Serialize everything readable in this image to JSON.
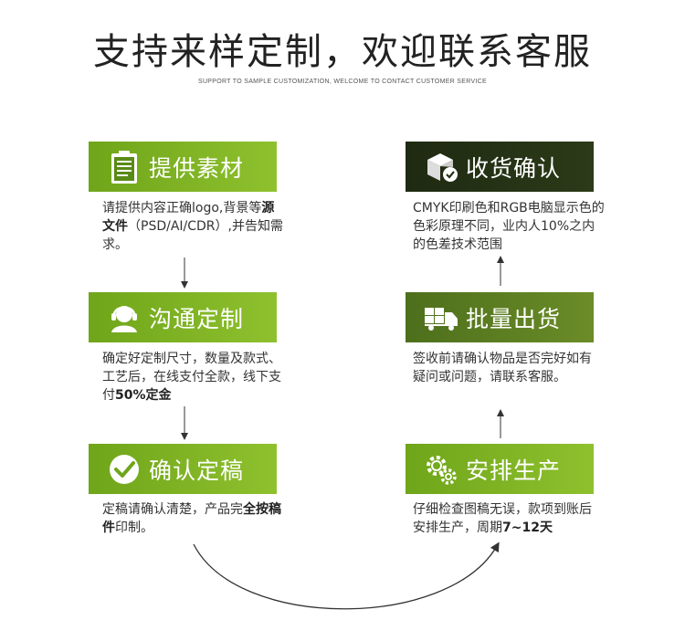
{
  "header": {
    "title": "支持来样定制，欢迎联系客服",
    "subtitle": "SUPPORT TO SAMPLE CUSTOMIZATION, WELCOME TO CONTACT CUSTOMER SERVICE"
  },
  "steps": {
    "s1": {
      "label": "提供素材",
      "icon": "clipboard-icon",
      "desc_a": "请提供内容正确logo,背景等",
      "desc_bold": "源文件",
      "desc_b": "（PSD/AI/CDR）,并告知需求。"
    },
    "s2": {
      "label": "沟通定制",
      "icon": "headset-icon",
      "desc_a": "确定好定制尺寸，数量及款式、工艺后，在线支付全款，线下支付",
      "desc_bold": "50%定金",
      "desc_b": ""
    },
    "s3": {
      "label": "确认定稿",
      "icon": "check-circle-icon",
      "desc_a": "定稿请确认清楚，产品完",
      "desc_bold": "全按稿件",
      "desc_b": "印制。"
    },
    "s4": {
      "label": "安排生产",
      "icon": "gears-icon",
      "desc_a": "仔细检查图稿无误，款项到账后安排生产，周期",
      "desc_bold": "7~12天",
      "desc_b": ""
    },
    "s5": {
      "label": "批量出货",
      "icon": "truck-icon",
      "desc_a": "签收前请确认物品是否完好如有疑问或问题，请联系客服。",
      "desc_bold": "",
      "desc_b": ""
    },
    "s6": {
      "label": "收货确认",
      "icon": "box-check-icon",
      "desc_a": "CMYK印刷色和RGB电脑显示色的色彩原理不同，业内人10%之内的色差技术范围",
      "desc_bold": "",
      "desc_b": ""
    }
  },
  "colors": {
    "light_green": "#8fc12e",
    "mid_green": "#5f7f23",
    "dark_green": "#263316"
  }
}
